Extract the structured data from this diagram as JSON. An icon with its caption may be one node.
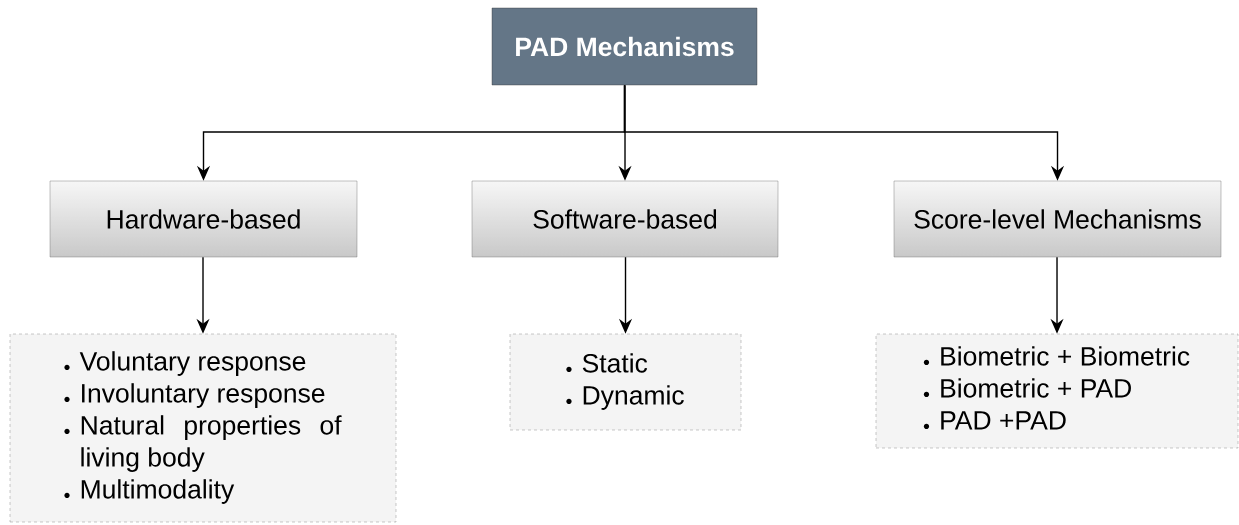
{
  "diagram": {
    "nodes": [
      {
        "text": [
          "PAD Mechanisms"
        ]
      },
      {
        "text": [
          "Hardware-based"
        ]
      },
      {
        "text": [
          "Software-based"
        ]
      },
      {
        "text": [
          "Score-level Mechanisms"
        ]
      },
      {
        "text": [
          "Voluntary response",
          "Involuntary response",
          "Natural properties of living body",
          "Multimodality"
        ]
      },
      {
        "text": [
          "Static",
          "Dynamic"
        ]
      },
      {
        "text": [
          "Biometric + Biometric",
          "Biometric + PAD",
          "PAD +PAD"
        ]
      }
    ],
    "edges": [
      {
        "from": 0,
        "to": 1,
        "arrow": "to"
      },
      {
        "from": 0,
        "to": 2,
        "arrow": "to"
      },
      {
        "from": 0,
        "to": 3,
        "arrow": "to"
      },
      {
        "from": 1,
        "to": 4,
        "arrow": "to"
      },
      {
        "from": 2,
        "to": 5,
        "arrow": "to"
      },
      {
        "from": 3,
        "to": 6,
        "arrow": "to"
      }
    ]
  }
}
